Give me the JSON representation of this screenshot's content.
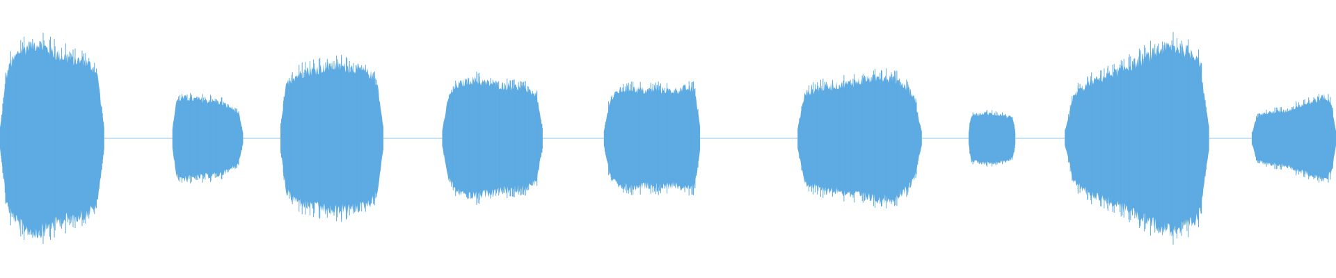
{
  "waveform": {
    "color": "#5dabe2",
    "background": "#ffffff",
    "amplitude_scale": [
      -1,
      1
    ],
    "duration_units": [
      0,
      1
    ],
    "bursts": [
      {
        "start": 0.0,
        "end": 0.078,
        "peaks": [
          0.3,
          0.52,
          0.62,
          0.66,
          0.68,
          0.64,
          0.6,
          0.58,
          0.56,
          0.55,
          0.5,
          0.3
        ]
      },
      {
        "start": 0.129,
        "end": 0.182,
        "peaks": [
          0.26,
          0.29,
          0.28,
          0.27,
          0.26,
          0.22,
          0.14
        ]
      },
      {
        "start": 0.21,
        "end": 0.287,
        "peaks": [
          0.34,
          0.44,
          0.48,
          0.5,
          0.52,
          0.51,
          0.5,
          0.46,
          0.32
        ]
      },
      {
        "start": 0.331,
        "end": 0.406,
        "peaks": [
          0.22,
          0.38,
          0.42,
          0.4,
          0.38,
          0.37,
          0.35,
          0.28
        ]
      },
      {
        "start": 0.452,
        "end": 0.524,
        "peaks": [
          0.2,
          0.34,
          0.36,
          0.34,
          0.35,
          0.34,
          0.36,
          0.34
        ]
      },
      {
        "start": 0.597,
        "end": 0.69,
        "peaks": [
          0.28,
          0.34,
          0.37,
          0.38,
          0.4,
          0.42,
          0.44,
          0.43,
          0.36,
          0.2
        ]
      },
      {
        "start": 0.725,
        "end": 0.76,
        "peaks": [
          0.16,
          0.18,
          0.17,
          0.14
        ]
      },
      {
        "start": 0.797,
        "end": 0.905,
        "peaks": [
          0.22,
          0.34,
          0.4,
          0.44,
          0.48,
          0.52,
          0.57,
          0.62,
          0.66,
          0.64,
          0.6,
          0.34
        ]
      },
      {
        "start": 0.937,
        "end": 1.0,
        "peaks": [
          0.14,
          0.18,
          0.19,
          0.2,
          0.24,
          0.26,
          0.3,
          0.22
        ]
      }
    ],
    "gaps": [
      {
        "start": 0.078,
        "end": 0.129
      },
      {
        "start": 0.182,
        "end": 0.21
      },
      {
        "start": 0.287,
        "end": 0.331
      },
      {
        "start": 0.406,
        "end": 0.452
      },
      {
        "start": 0.524,
        "end": 0.597
      },
      {
        "start": 0.69,
        "end": 0.725
      },
      {
        "start": 0.76,
        "end": 0.797
      },
      {
        "start": 0.905,
        "end": 0.937
      }
    ]
  }
}
